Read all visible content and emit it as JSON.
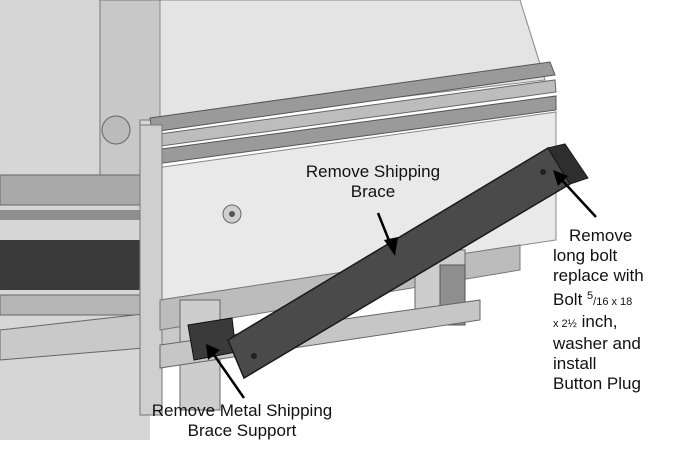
{
  "callouts": {
    "shipping_brace": [
      "Remove Shipping",
      "Brace"
    ],
    "metal_support": [
      "Remove Metal Shipping",
      "Brace Support"
    ],
    "long_bolt": {
      "line1": "Remove",
      "line2": "long bolt",
      "line3": "replace with",
      "bolt_word": "Bolt ",
      "frac_num": "5",
      "frac_den": "/16 x 18",
      "dim": "x 2½",
      "inch": " inch,",
      "line6": "washer and",
      "line7": "install",
      "line8": "Button Plug"
    }
  },
  "colors": {
    "brace": "#4a4a4a",
    "panel": "#e2e2e2",
    "frame": "#bdbdbd",
    "dark": "#3a3a3a"
  }
}
